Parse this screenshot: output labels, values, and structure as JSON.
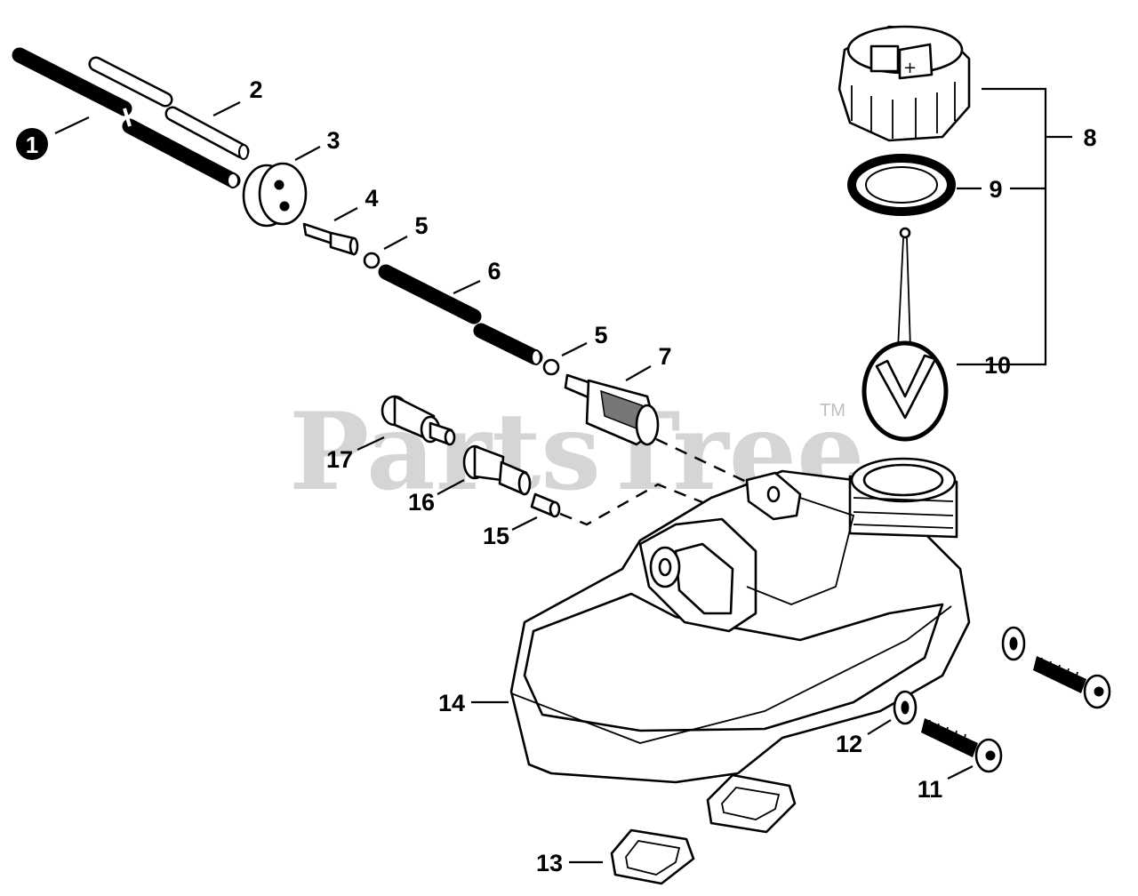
{
  "watermark": {
    "text": "PartsTree",
    "trademark": "TM"
  },
  "callouts": {
    "c1": "1",
    "c2": "2",
    "c3": "3",
    "c4": "4",
    "c5a": "5",
    "c5b": "5",
    "c6": "6",
    "c7": "7",
    "c8": "8",
    "c9": "9",
    "c10": "10",
    "c11": "11",
    "c12": "12",
    "c13": "13",
    "c14": "14",
    "c15": "15",
    "c16": "16",
    "c17": "17"
  },
  "colors": {
    "ink": "#000000",
    "background": "#ffffff",
    "watermark": "#000000"
  }
}
